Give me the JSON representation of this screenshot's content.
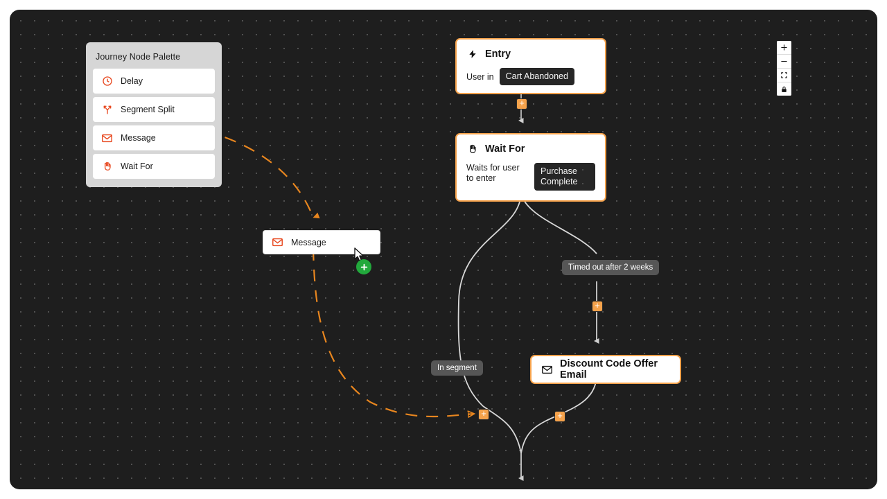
{
  "canvas": {
    "background_color": "#1e1e1e",
    "grid": "dot-grid"
  },
  "palette": {
    "title": "Journey Node Palette",
    "items": [
      {
        "label": "Delay",
        "icon": "clock-icon"
      },
      {
        "label": "Segment Split",
        "icon": "split-branch-icon"
      },
      {
        "label": "Message",
        "icon": "envelope-icon"
      },
      {
        "label": "Wait For",
        "icon": "hand-icon"
      }
    ]
  },
  "nodes": {
    "entry": {
      "title": "Entry",
      "icon": "lightning-bolt-icon",
      "label": "User in",
      "chip": "Cart Abandoned"
    },
    "wait": {
      "title": "Wait For",
      "icon": "hand-icon",
      "description": "Waits for user to enter",
      "chip": "Purchase Complete"
    },
    "email": {
      "title": "Discount Code Offer Email",
      "icon": "envelope-icon"
    },
    "dragging": {
      "label": "Message",
      "icon": "envelope-icon",
      "badge": "add-node-badge"
    }
  },
  "edge_labels": {
    "timeout": "Timed out after 2 weeks",
    "in_segment": "In segment"
  },
  "edge_buttons": {
    "label": "+",
    "count": 4
  },
  "zoom_controls": [
    {
      "name": "zoom-in",
      "glyph": "+"
    },
    {
      "name": "zoom-out",
      "glyph": "−"
    },
    {
      "name": "fit-view",
      "glyph": "fit-view-icon"
    },
    {
      "name": "lock",
      "glyph": "lock-icon"
    }
  ],
  "colors": {
    "accent": "#f5a24b",
    "node_border": "#f5a24b",
    "palette_icon": "#e8471e",
    "edge": "#e0e0e0",
    "drag_path": "#e8861f",
    "add_badge": "#22a93c",
    "edge_label_bg": "#565656"
  }
}
